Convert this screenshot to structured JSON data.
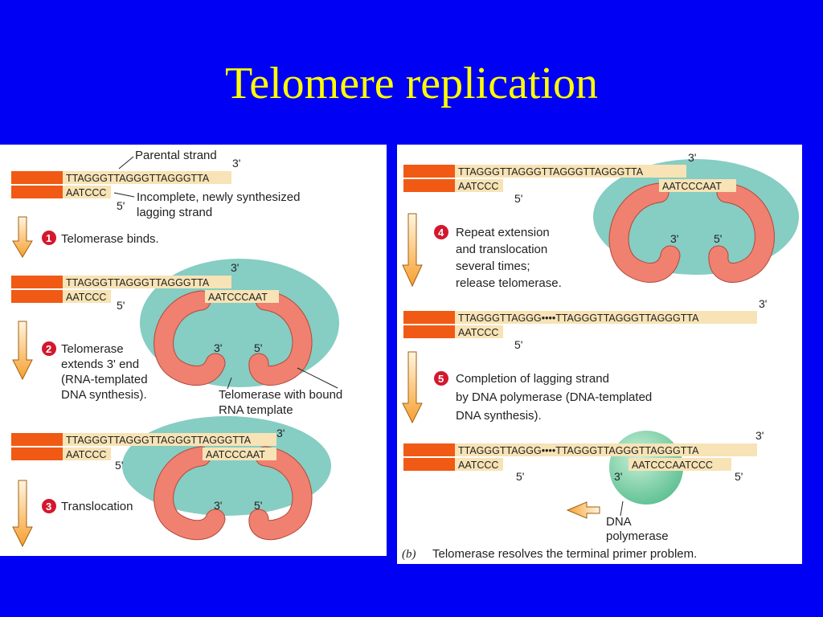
{
  "slide": {
    "title": "Telomere replication"
  },
  "colors": {
    "background": "#0000f5",
    "title": "#ffff00",
    "dna_bar": "#f05a14",
    "sequence_box": "#f7e3b5",
    "telomerase": "#86cdc3",
    "rna_loop": "#f08070",
    "polymerase": "#8cd5b0",
    "step_badge": "#d3182d"
  },
  "sequences": {
    "parental_short": "TTAGGGTTAGGGTTAGGGTTA",
    "parental_extended": "TTAGGGTTAGGGTTAGGGTTAGGGTTA",
    "parental_repeated": "TTAGGGTTAGGG••••TTAGGGTTAGGGTTAGGGTTA",
    "lagging": "AATCCC",
    "rna_template": "AATCCCAAT",
    "completed_lagging": "AATCCCAATCCC"
  },
  "ends": {
    "three_prime": "3'",
    "five_prime": "5'"
  },
  "labels": {
    "parental_strand": "Parental strand",
    "incomplete_line1": "Incomplete, newly synthesized",
    "incomplete_line2": "lagging strand",
    "telomerase_bound_line1": "Telomerase with bound",
    "telomerase_bound_line2": "RNA template",
    "dna_polymerase_line1": "DNA",
    "dna_polymerase_line2": "polymerase"
  },
  "steps": [
    {
      "number": "1",
      "lines": [
        "Telomerase binds."
      ]
    },
    {
      "number": "2",
      "lines": [
        "Telomerase",
        "extends 3' end",
        "(RNA-templated",
        "DNA synthesis)."
      ]
    },
    {
      "number": "3",
      "lines": [
        "Translocation"
      ]
    },
    {
      "number": "4",
      "lines": [
        "Repeat extension",
        "and translocation",
        "several times;",
        "release telomerase."
      ]
    },
    {
      "number": "5",
      "lines": [
        "Completion of lagging strand",
        "by DNA polymerase (DNA-templated",
        "DNA synthesis)."
      ]
    }
  ],
  "caption": {
    "panel_letter": "(b)",
    "text": "Telomerase resolves the terminal primer problem."
  }
}
